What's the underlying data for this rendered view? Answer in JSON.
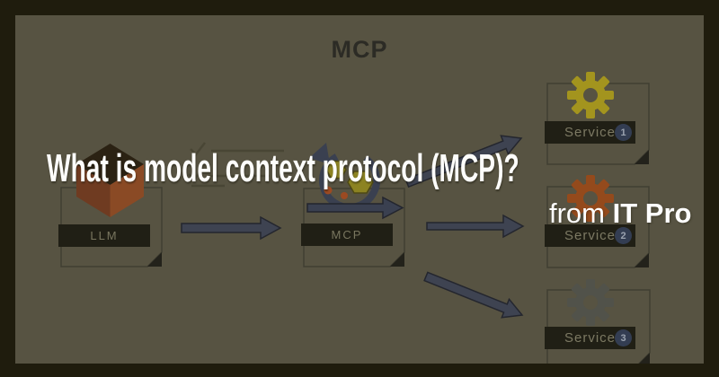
{
  "header": {
    "title": "MCP"
  },
  "overlay": {
    "headline": "What is model context protocol (MCP)?",
    "attribution_prefix": "from",
    "attribution_brand": "IT Pro"
  },
  "diagram": {
    "llm": {
      "label": "LLM",
      "icon": "cube-icon",
      "icon_colors": {
        "top": "#2b2213",
        "left": "#6f3b21",
        "right": "#8a4a25"
      }
    },
    "mcp": {
      "label": "MCP",
      "icon": "cycle-arrows-icon",
      "icon_colors": {
        "loop": "#3a4050",
        "hexagon": "#8c8322",
        "dot": "#9c4a22"
      }
    },
    "services": [
      {
        "label": "Service",
        "badge": "1",
        "icon": "gear-icon",
        "gear_color": "#a3941e"
      },
      {
        "label": "Service",
        "badge": "2",
        "icon": "gear-icon",
        "gear_color": "#944a1c"
      },
      {
        "label": "Service",
        "badge": "3",
        "icon": "gear-icon",
        "gear_color": "#51524a"
      }
    ],
    "arrow_color": "#3e4351"
  },
  "colors": {
    "frame": "#1f1c0d",
    "stage_background": "#575342",
    "band_background": "#201f15",
    "badge_background": "#333d52",
    "headline_text": "#fdfdfb",
    "title_text": "#2c2b25"
  }
}
